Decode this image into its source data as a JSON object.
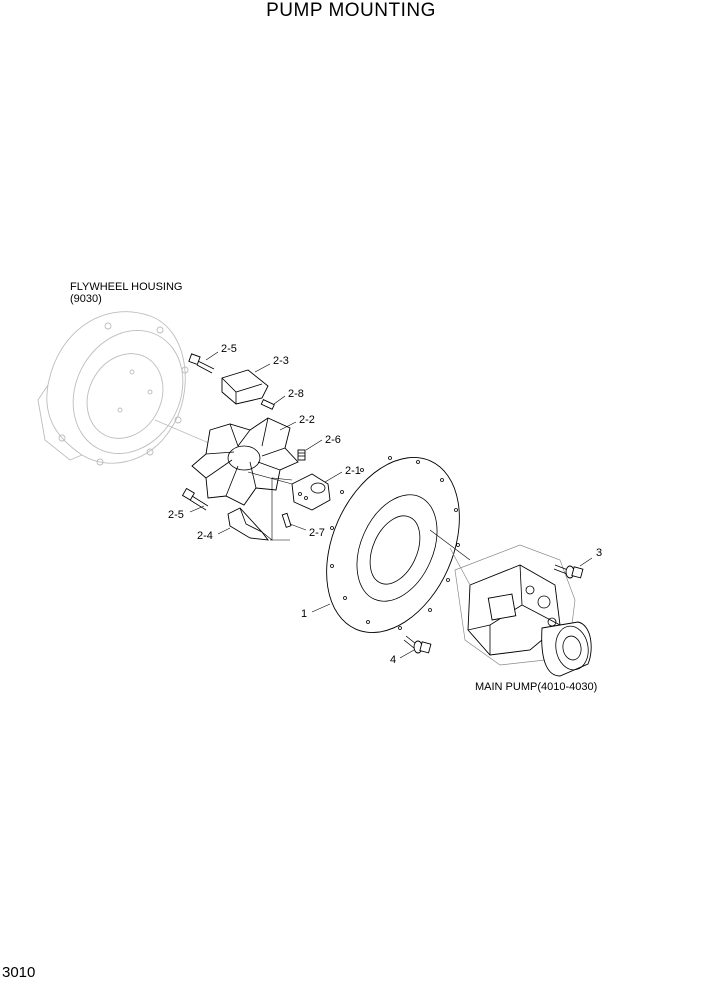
{
  "title": "PUMP MOUNTING",
  "page_number": "3010",
  "assemblies": {
    "flywheel_housing": {
      "name": "FLYWHEEL HOUSING",
      "ref": "(9030)"
    },
    "main_pump": {
      "label": "MAIN PUMP(4010-4030)"
    }
  },
  "callouts": {
    "c_2_5_top": "2-5",
    "c_2_3": "2-3",
    "c_2_8": "2-8",
    "c_2_2": "2-2",
    "c_2_6": "2-6",
    "c_2_1": "2-1",
    "c_2_5_bottom": "2-5",
    "c_2_7": "2-7",
    "c_2_4": "2-4",
    "c_1": "1",
    "c_3": "3",
    "c_4": "4"
  }
}
